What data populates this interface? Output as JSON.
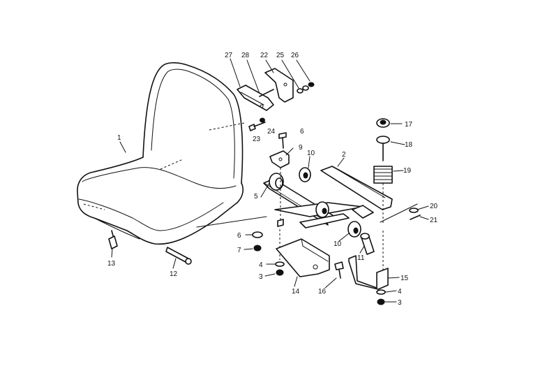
{
  "labels": {
    "l27": "27",
    "l28": "28",
    "l22": "22",
    "l25": "25",
    "l26": "26",
    "l24": "24",
    "l23": "23",
    "l6a": "6",
    "l9": "9",
    "l1": "1",
    "l10a": "10",
    "l2": "2",
    "l17": "17",
    "l18": "18",
    "l19": "19",
    "l5": "5",
    "l20": "20",
    "l21": "21",
    "l6b": "6",
    "l7": "7",
    "l10b": "10",
    "l11": "11",
    "l13": "13",
    "l4a": "4",
    "l3a": "3",
    "l12": "12",
    "l14": "14",
    "l16": "16",
    "l15": "15",
    "l4b": "4",
    "l3b": "3"
  }
}
